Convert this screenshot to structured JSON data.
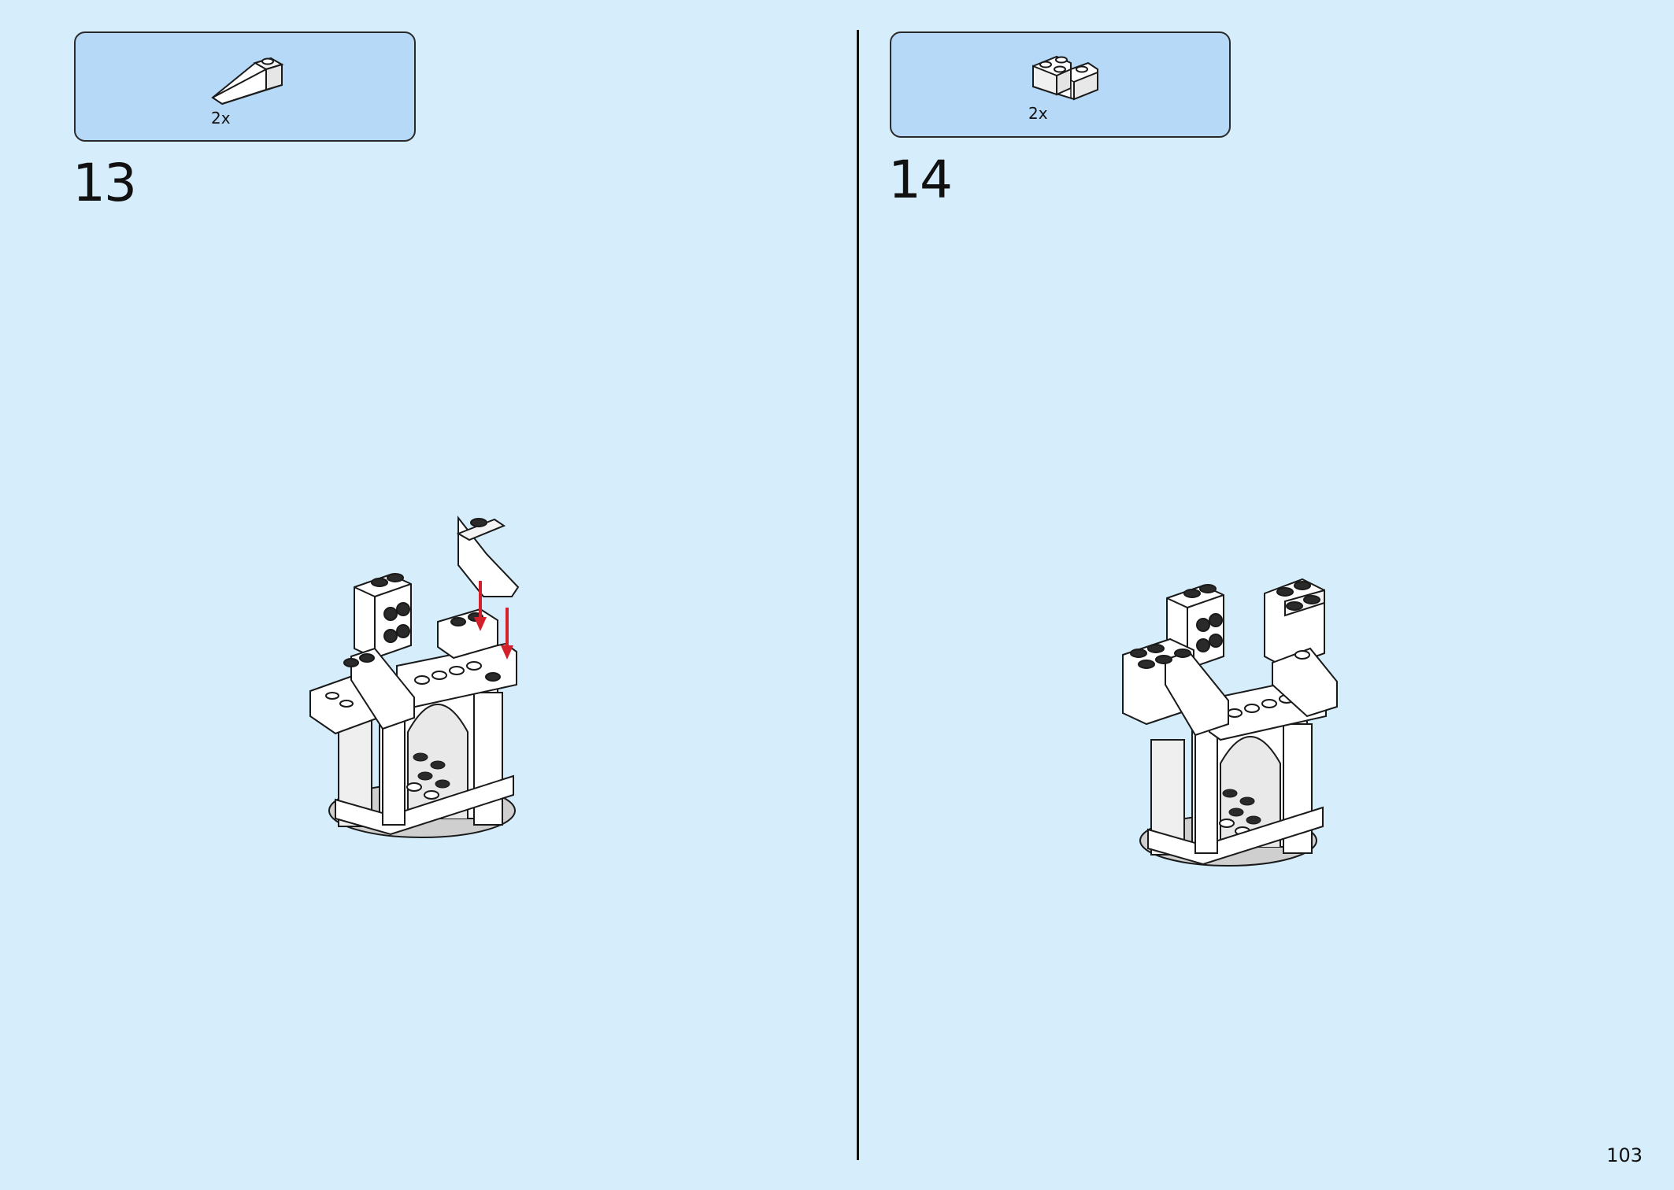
{
  "steps": [
    {
      "number": "13",
      "parts": [
        {
          "piece": "slope-brick-1x3-icon",
          "quantity": "2x"
        }
      ]
    },
    {
      "number": "14",
      "parts": [
        {
          "piece": "corner-brick-2x2-icon",
          "quantity": "2x"
        }
      ]
    }
  ],
  "page_number": "103",
  "colors": {
    "background": "#d6edfb",
    "parts_box": "#b5d9f6",
    "arrow": "#d3202a",
    "brick": "#ffffff",
    "outline": "#1a1a1a"
  }
}
